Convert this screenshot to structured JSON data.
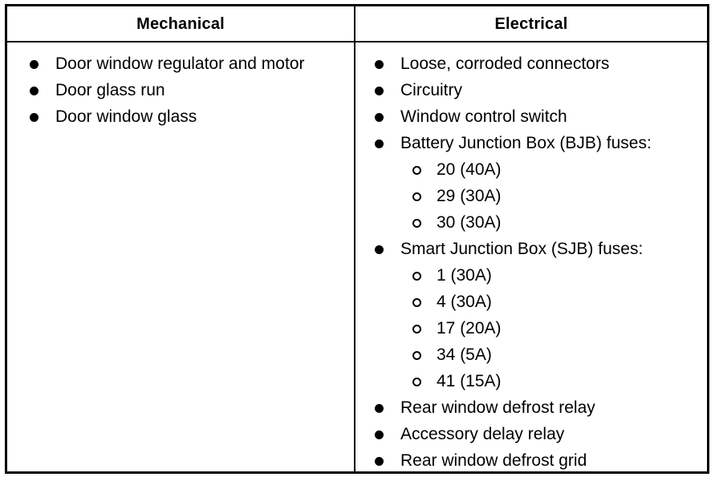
{
  "table": {
    "columns": [
      {
        "header": "Mechanical"
      },
      {
        "header": "Electrical"
      }
    ],
    "mechanical": {
      "items": [
        {
          "text": "Door window regulator and motor"
        },
        {
          "text": "Door glass run"
        },
        {
          "text": "Door window glass"
        }
      ]
    },
    "electrical": {
      "items": [
        {
          "text": "Loose, corroded connectors"
        },
        {
          "text": "Circuitry"
        },
        {
          "text": "Window control switch"
        },
        {
          "text": "Battery Junction Box (BJB) fuses:",
          "subitems": [
            {
              "text": "20 (40A)"
            },
            {
              "text": "29 (30A)"
            },
            {
              "text": "30 (30A)"
            }
          ]
        },
        {
          "text": "Smart Junction Box (SJB) fuses:",
          "subitems": [
            {
              "text": "1 (30A)"
            },
            {
              "text": "4 (30A)"
            },
            {
              "text": "17 (20A)"
            },
            {
              "text": "34 (5A)"
            },
            {
              "text": "41 (15A)"
            }
          ]
        },
        {
          "text": "Rear window defrost relay"
        },
        {
          "text": "Accessory delay relay"
        },
        {
          "text": "Rear window defrost grid"
        }
      ]
    }
  },
  "colors": {
    "ink": "#000000",
    "background": "#ffffff"
  }
}
